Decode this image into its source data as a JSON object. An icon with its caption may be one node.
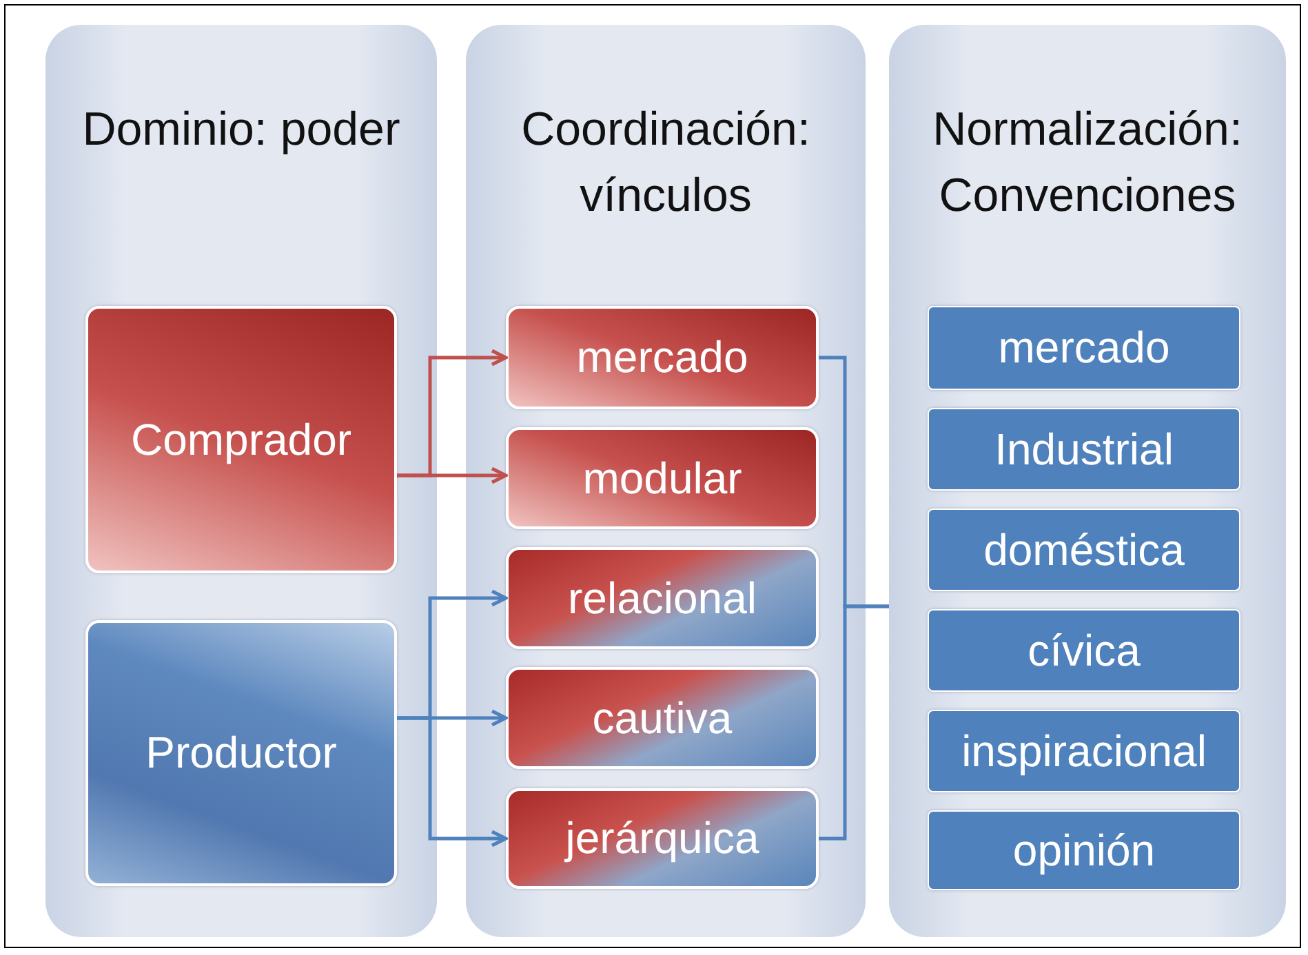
{
  "diagram": {
    "nodes": [
      {
        "text": [
          "Dominio: poder"
        ]
      },
      {
        "text": [
          "Comprador"
        ],
        "in": 0
      },
      {
        "text": [
          "Productor"
        ],
        "in": 0
      },
      {
        "text": [
          "Coordinación: vínculos"
        ]
      },
      {
        "text": [
          "mercado"
        ],
        "in": 3
      },
      {
        "text": [
          "modular"
        ],
        "in": 3
      },
      {
        "text": [
          "relacional"
        ],
        "in": 3
      },
      {
        "text": [
          "cautiva"
        ],
        "in": 3
      },
      {
        "text": [
          "jerárquica"
        ],
        "in": 3
      },
      {
        "text": [
          "Normalización: Convenciones"
        ]
      },
      {
        "text": [
          "mercado"
        ],
        "in": 9
      },
      {
        "text": [
          "Industrial"
        ],
        "in": 9
      },
      {
        "text": [
          "doméstica"
        ],
        "in": 9
      },
      {
        "text": [
          "cívica"
        ],
        "in": 9
      },
      {
        "text": [
          "inspiracional"
        ],
        "in": 9
      },
      {
        "text": [
          "opinión"
        ],
        "in": 9
      }
    ],
    "edges": [
      {
        "from": 1,
        "to": 4,
        "arrow": "to",
        "color": "#c0504d"
      },
      {
        "from": 1,
        "to": 5,
        "arrow": "to",
        "color": "#c0504d"
      },
      {
        "from": 2,
        "to": 6,
        "arrow": "to"
      },
      {
        "from": 2,
        "to": 7,
        "arrow": "to"
      },
      {
        "from": 2,
        "to": 8,
        "arrow": "to"
      },
      {
        "from": 4,
        "to": 9,
        "arrow": "none"
      },
      {
        "from": 8,
        "to": 9,
        "arrow": "none"
      }
    ]
  }
}
